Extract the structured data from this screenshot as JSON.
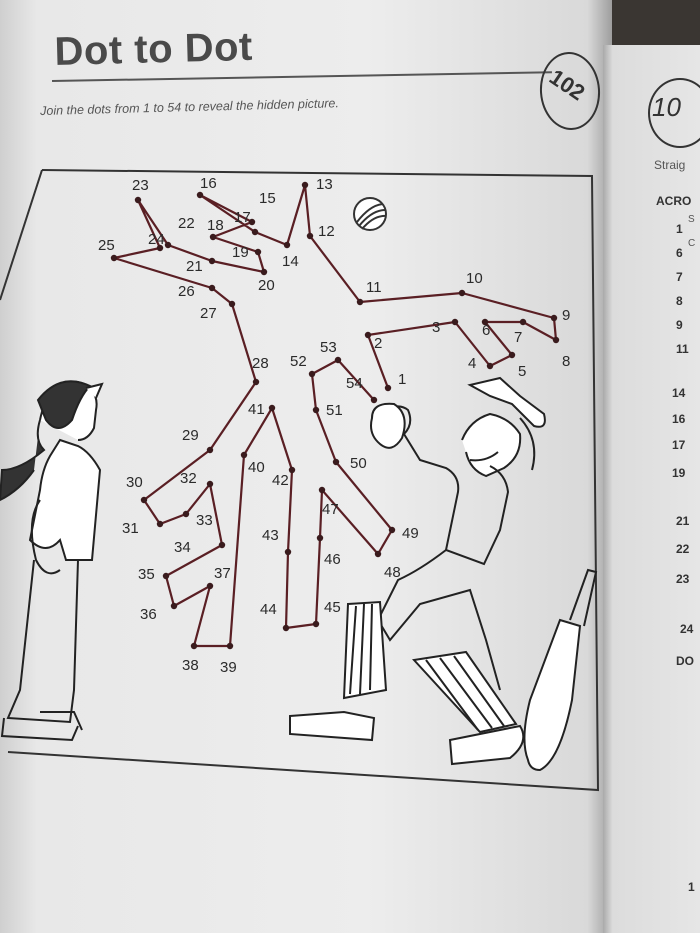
{
  "title": "Dot to Dot",
  "instructions": "Join the dots from 1 to 54 to reveal the hidden picture.",
  "page_number": "102",
  "next_page": {
    "page_number_partial": "10",
    "heading_partial": "Straig",
    "across_label": "ACRO",
    "down_label": "DO",
    "clue_numbers": [
      "1",
      "6",
      "7",
      "8",
      "9",
      "11",
      "14",
      "16",
      "17",
      "19",
      "21",
      "22",
      "23",
      "24",
      "1"
    ],
    "clue_text_partial": [
      "S",
      "C"
    ]
  },
  "dot_labels": [
    "1",
    "2",
    "3",
    "4",
    "5",
    "6",
    "7",
    "8",
    "9",
    "10",
    "11",
    "12",
    "13",
    "14",
    "15",
    "16",
    "17",
    "18",
    "19",
    "20",
    "21",
    "22",
    "23",
    "24",
    "25",
    "26",
    "27",
    "28",
    "29",
    "30",
    "31",
    "32",
    "33",
    "34",
    "35",
    "36",
    "37",
    "38",
    "39",
    "40",
    "41",
    "42",
    "43",
    "44",
    "45",
    "46",
    "47",
    "48",
    "49",
    "50",
    "51",
    "52",
    "53",
    "54"
  ]
}
